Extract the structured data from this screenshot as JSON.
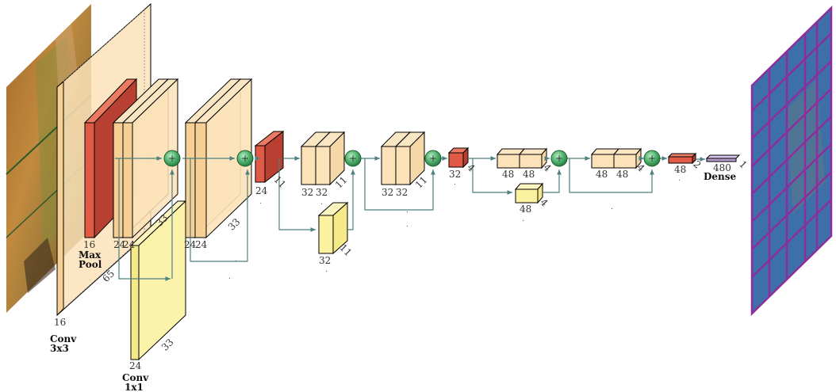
{
  "colors": {
    "conv": "#fce2b8",
    "conv_edge": "#000000",
    "pool": "#e05a45",
    "pool_side": "#b84032",
    "conv1x1": "#fbf2a0",
    "sum_node": "#4caf6a",
    "flow_line": "#4d8080",
    "output_bg": "#3d6fa8",
    "output_grid": "#8e2d9c"
  },
  "labels": {
    "conv3x3": [
      "Conv",
      "3x3"
    ],
    "maxpool": [
      "Max",
      "Pool"
    ],
    "conv1x1": [
      "Conv",
      "1x1"
    ],
    "dense": "Dense"
  },
  "dims": {
    "c1_ch": "16",
    "mp_ch": "16",
    "mp_sz": "65",
    "b1_ch_a": "24",
    "b1_ch_b": "24",
    "b1_sz": "33",
    "c1x1_ch": "24",
    "c1x1_sz": "33",
    "b2_ch_a": "24",
    "b2_ch_b": "24",
    "b2_sz": "33",
    "p2_ch": "24",
    "p2_sz": "11",
    "b3_ch_a": "32",
    "b3_ch_b": "32",
    "b3_sz": "11",
    "b3s_ch": "32",
    "b3s_sz": "11",
    "b4_ch_a": "32",
    "b4_ch_b": "32",
    "b4_sz": "11",
    "p3_ch": "32",
    "p3_sz": "4",
    "b5_ch_a": "48",
    "b5_ch_b": "48",
    "b5_sz": "4",
    "b5s_ch": "48",
    "b5s_sz": "4",
    "b6_ch_a": "48",
    "b6_ch_b": "48",
    "b6_sz": "4",
    "p4_ch": "48",
    "p4_sz": "2",
    "dense_ch": "480",
    "dense_sz": "1"
  },
  "dot_marks": [
    ".",
    ".",
    ".",
    ".",
    ".",
    ".",
    ".",
    ".",
    ".",
    ".",
    ".",
    "."
  ],
  "sum_symbol": "+"
}
